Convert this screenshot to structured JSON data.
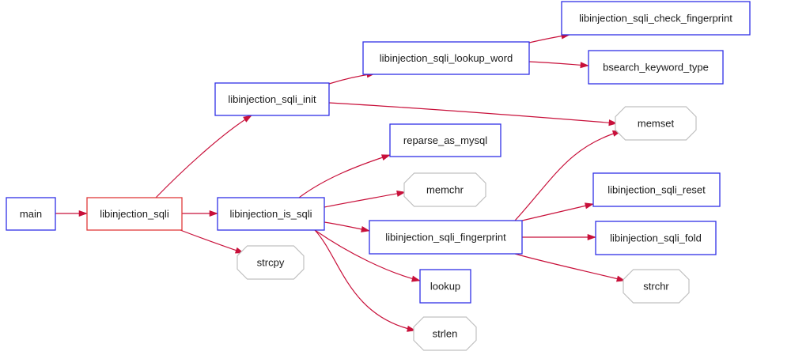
{
  "graph": {
    "nodes": [
      {
        "id": "main",
        "label": "main",
        "shape": "box",
        "style": "documented"
      },
      {
        "id": "libinjection_sqli",
        "label": "libinjection_sqli",
        "shape": "box",
        "style": "root"
      },
      {
        "id": "libinjection_sqli_init",
        "label": "libinjection_sqli_init",
        "shape": "box",
        "style": "documented"
      },
      {
        "id": "libinjection_is_sqli",
        "label": "libinjection_is_sqli",
        "shape": "box",
        "style": "documented"
      },
      {
        "id": "strcpy",
        "label": "strcpy",
        "shape": "octagon",
        "style": "external"
      },
      {
        "id": "libinjection_sqli_lookup_word",
        "label": "libinjection_sqli_lookup_word",
        "shape": "box",
        "style": "documented"
      },
      {
        "id": "libinjection_sqli_check_fingerprint",
        "label": "libinjection_sqli_check_fingerprint",
        "shape": "box",
        "style": "documented"
      },
      {
        "id": "bsearch_keyword_type",
        "label": "bsearch_keyword_type",
        "shape": "box",
        "style": "documented"
      },
      {
        "id": "memset",
        "label": "memset",
        "shape": "octagon",
        "style": "external"
      },
      {
        "id": "reparse_as_mysql",
        "label": "reparse_as_mysql",
        "shape": "box",
        "style": "documented"
      },
      {
        "id": "memchr",
        "label": "memchr",
        "shape": "octagon",
        "style": "external"
      },
      {
        "id": "libinjection_sqli_fingerprint",
        "label": "libinjection_sqli_fingerprint",
        "shape": "box",
        "style": "documented"
      },
      {
        "id": "libinjection_sqli_reset",
        "label": "libinjection_sqli_reset",
        "shape": "box",
        "style": "documented"
      },
      {
        "id": "libinjection_sqli_fold",
        "label": "libinjection_sqli_fold",
        "shape": "box",
        "style": "documented"
      },
      {
        "id": "strchr",
        "label": "strchr",
        "shape": "octagon",
        "style": "external"
      },
      {
        "id": "lookup",
        "label": "lookup",
        "shape": "box",
        "style": "documented"
      },
      {
        "id": "strlen",
        "label": "strlen",
        "shape": "octagon",
        "style": "external"
      }
    ],
    "edges": [
      {
        "from": "main",
        "to": "libinjection_sqli"
      },
      {
        "from": "libinjection_sqli",
        "to": "libinjection_sqli_init"
      },
      {
        "from": "libinjection_sqli",
        "to": "libinjection_is_sqli"
      },
      {
        "from": "libinjection_sqli",
        "to": "strcpy"
      },
      {
        "from": "libinjection_sqli_init",
        "to": "libinjection_sqli_lookup_word"
      },
      {
        "from": "libinjection_sqli_init",
        "to": "memset"
      },
      {
        "from": "libinjection_sqli_lookup_word",
        "to": "libinjection_sqli_check_fingerprint"
      },
      {
        "from": "libinjection_sqli_lookup_word",
        "to": "bsearch_keyword_type"
      },
      {
        "from": "libinjection_is_sqli",
        "to": "reparse_as_mysql"
      },
      {
        "from": "libinjection_is_sqli",
        "to": "memchr"
      },
      {
        "from": "libinjection_is_sqli",
        "to": "libinjection_sqli_fingerprint"
      },
      {
        "from": "libinjection_is_sqli",
        "to": "lookup"
      },
      {
        "from": "libinjection_is_sqli",
        "to": "strlen"
      },
      {
        "from": "libinjection_sqli_fingerprint",
        "to": "memset"
      },
      {
        "from": "libinjection_sqli_fingerprint",
        "to": "libinjection_sqli_reset"
      },
      {
        "from": "libinjection_sqli_fingerprint",
        "to": "libinjection_sqli_fold"
      },
      {
        "from": "libinjection_sqli_fingerprint",
        "to": "strchr"
      }
    ],
    "colors": {
      "documented_border": "#3030e6",
      "root_border": "#e03a3a",
      "external_border": "#c0c0c0",
      "edge": "#c8103a"
    }
  }
}
